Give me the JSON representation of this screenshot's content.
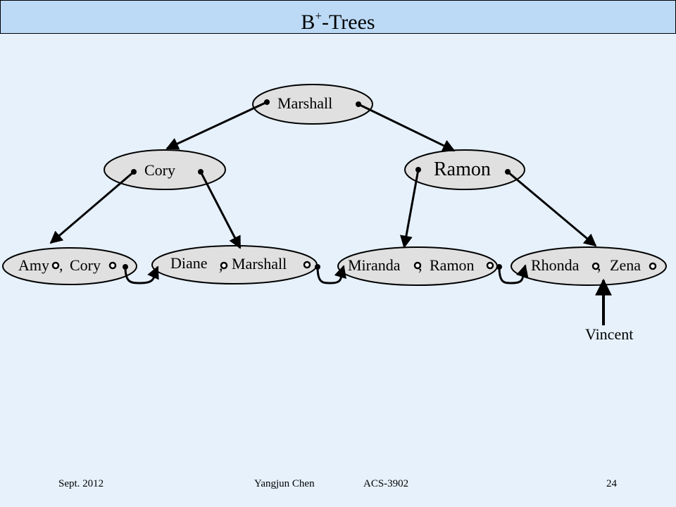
{
  "title": {
    "main": "B",
    "superscript": "+",
    "suffix": "-Trees"
  },
  "nodes": {
    "root": "Marshall",
    "left": "Cory",
    "right": "Ramon"
  },
  "leaves": {
    "leaf1": {
      "key1": "Amy",
      "sep": ", ",
      "key2": "Cory"
    },
    "leaf2": {
      "key1": "Diane",
      "sep": ", ",
      "key2": "Marshall"
    },
    "leaf3": {
      "key1": "Miranda",
      "sep": ", ",
      "key2": "Ramon"
    },
    "leaf4": {
      "key1": "Rhonda",
      "sep": ", ",
      "key2": "Zena"
    }
  },
  "insert_label": "Vincent",
  "footer": {
    "date": "Sept. 2012",
    "author": "Yangjun Chen",
    "course": "ACS-3902",
    "page": "24"
  },
  "colors": {
    "background": "#e6f1fc",
    "title_bar": "#bcdaf6",
    "node_fill": "#e0e0e0",
    "stroke": "#000000"
  }
}
